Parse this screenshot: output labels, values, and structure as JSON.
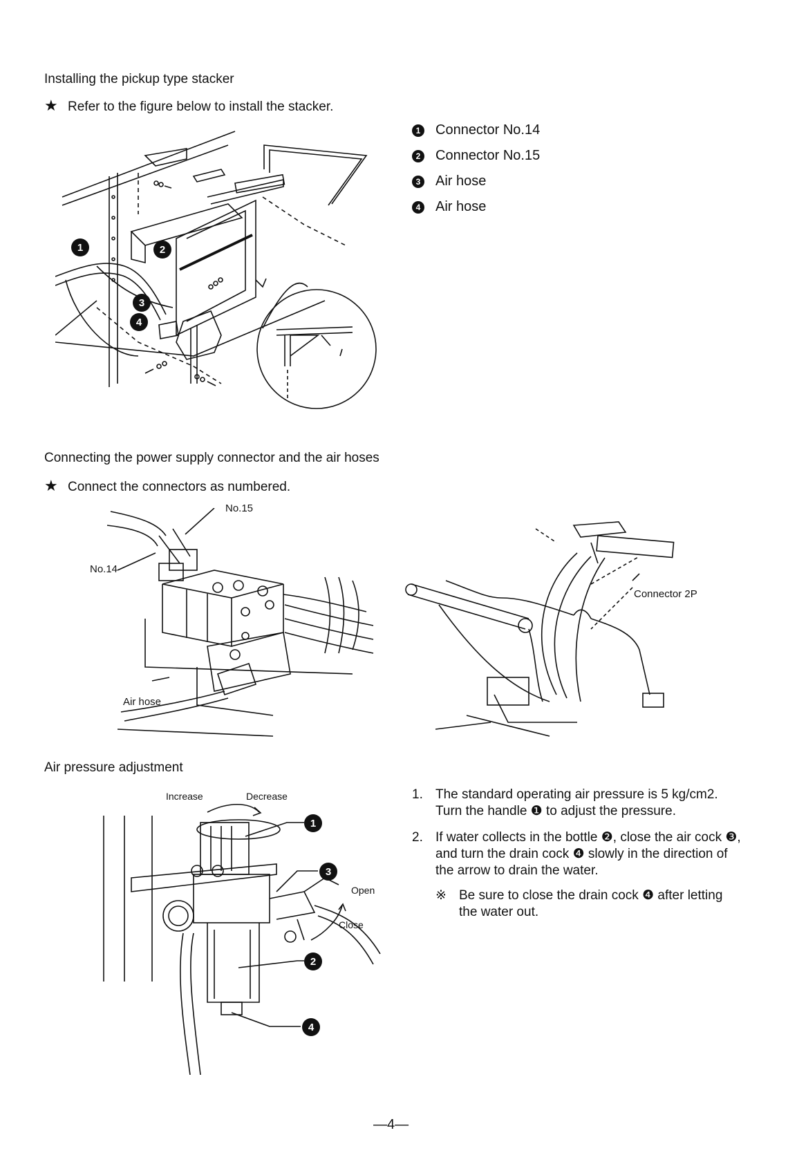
{
  "section1": {
    "title": "Installing the pickup type stacker",
    "instruction": "Refer to the figure below to install the stacker.",
    "legend": [
      {
        "num": "1",
        "label": "Connector No.14"
      },
      {
        "num": "2",
        "label": "Connector No.15"
      },
      {
        "num": "3",
        "label": "Air hose"
      },
      {
        "num": "4",
        "label": "Air hose"
      }
    ],
    "figure_callouts": [
      "1",
      "2",
      "3",
      "4"
    ]
  },
  "section2": {
    "title": "Connecting the power supply connector and the air hoses",
    "instruction": "Connect the connectors as numbered.",
    "labels": {
      "no15": "No.15",
      "no14": "No.14",
      "air_hose": "Air hose",
      "connector_2p": "Connector 2P"
    }
  },
  "section3": {
    "title": "Air pressure adjustment",
    "labels": {
      "increase": "Increase",
      "decrease": "Decrease",
      "open": "Open",
      "close": "Close"
    },
    "figure_callouts": [
      "1",
      "3",
      "2",
      "4"
    ],
    "steps": [
      {
        "num": "1.",
        "text": "The standard operating air pressure is 5 kg/cm2. Turn the handle ❶ to adjust the pressure."
      },
      {
        "num": "2.",
        "text": "If water collects in the bottle ❷, close the air cock ❸, and turn the drain cock ❹ slowly in the direction of the arrow to drain the water."
      }
    ],
    "note_symbol": "※",
    "note": "Be sure to close the drain cock ❹ after letting the water out."
  },
  "footer": {
    "page_number": "—4—"
  }
}
